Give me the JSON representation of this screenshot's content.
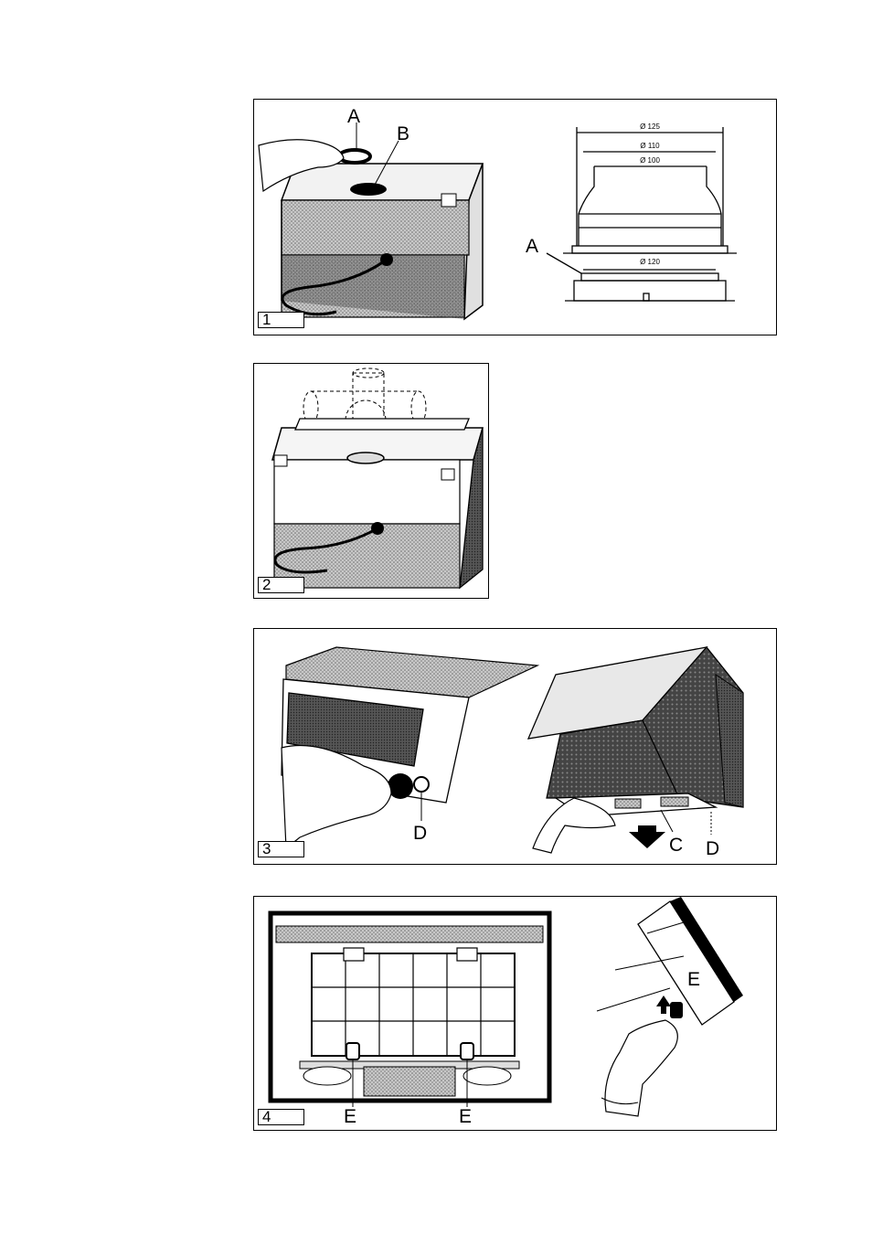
{
  "figures": [
    {
      "number": "1",
      "labels": {
        "a": "A",
        "b": "B",
        "a_detail": "A"
      },
      "dimensions": {
        "d125": "Ø 125",
        "d110": "Ø 110",
        "d100": "Ø 100",
        "d120": "Ø 120"
      }
    },
    {
      "number": "2"
    },
    {
      "number": "3",
      "labels": {
        "d_left": "D",
        "c": "C",
        "d_right": "D"
      }
    },
    {
      "number": "4",
      "labels": {
        "e_left": "E",
        "e_right": "E",
        "e_side": "E"
      }
    }
  ],
  "colors": {
    "ink": "#000000",
    "shade": "#9a9a9a",
    "dark": "#3a3a3a",
    "paper": "#ffffff"
  }
}
